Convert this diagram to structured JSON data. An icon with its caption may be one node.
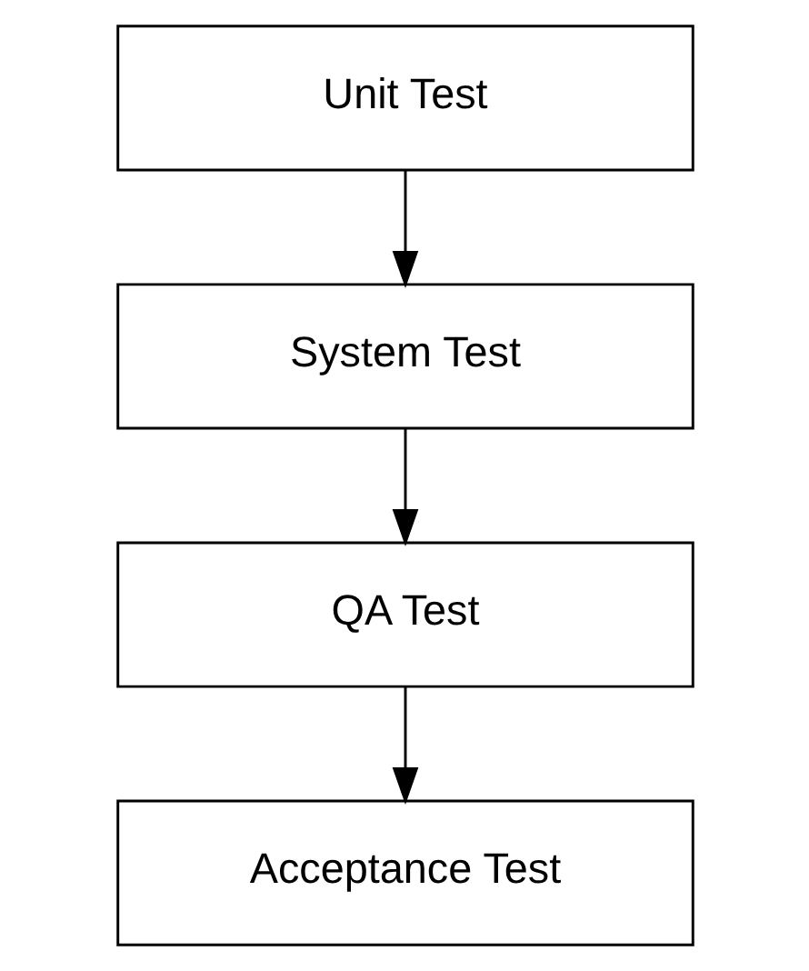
{
  "diagram": {
    "nodes": [
      {
        "text": [
          "Unit Test"
        ]
      },
      {
        "text": [
          "System Test"
        ]
      },
      {
        "text": [
          "QA Test"
        ]
      },
      {
        "text": [
          "Acceptance Test"
        ]
      }
    ],
    "edges": [
      {
        "from": 0,
        "to": 1,
        "arrow": "to"
      },
      {
        "from": 1,
        "to": 2,
        "arrow": "to"
      },
      {
        "from": 2,
        "to": 3,
        "arrow": "to"
      }
    ]
  }
}
